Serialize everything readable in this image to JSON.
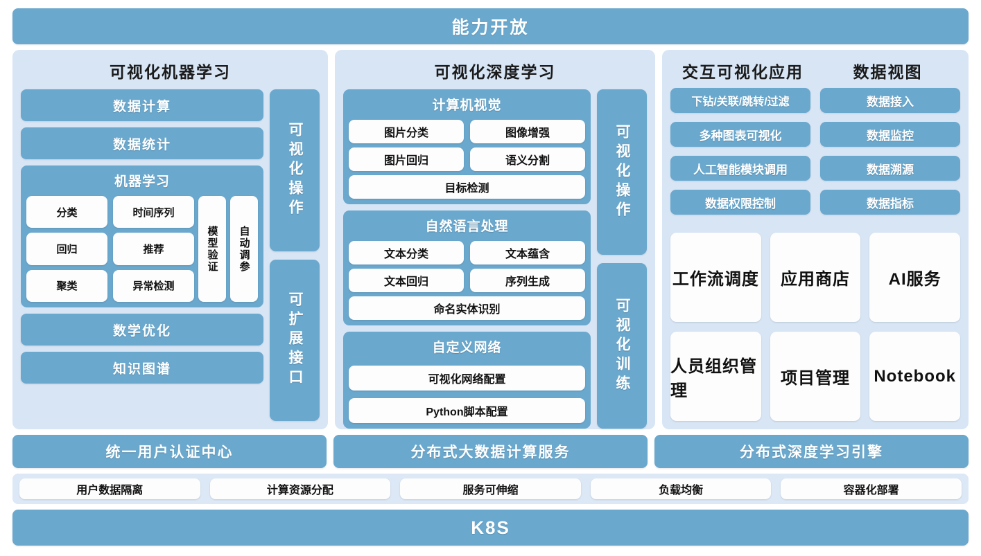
{
  "top_banner": "能力开放",
  "ml_panel": {
    "title": "可视化机器学习",
    "bars_top": [
      "数据计算",
      "数据统计"
    ],
    "core": {
      "title": "机器学习",
      "cells": [
        "分类",
        "时间序列",
        "回归",
        "推荐",
        "聚类",
        "异常检测"
      ],
      "vertical": [
        "模型验证",
        "自动调参"
      ]
    },
    "bars_bottom": [
      "数学优化",
      "知识图谱"
    ],
    "side": [
      "可视化操作",
      "可扩展接口"
    ]
  },
  "dl_panel": {
    "title": "可视化深度学习",
    "groups": [
      {
        "title": "计算机视觉",
        "pairs": [
          [
            "图片分类",
            "图像增强"
          ],
          [
            "图片回归",
            "语义分割"
          ]
        ],
        "full": [
          "目标检测"
        ]
      },
      {
        "title": "自然语言处理",
        "pairs": [
          [
            "文本分类",
            "文本蕴含"
          ],
          [
            "文本回归",
            "序列生成"
          ]
        ],
        "full": [
          "命名实体识别"
        ]
      },
      {
        "title": "自定义网络",
        "pairs": [],
        "full": [
          "可视化网络配置",
          "Python脚本配置"
        ]
      }
    ],
    "side": [
      "可视化操作",
      "可视化训练"
    ]
  },
  "app_panel": {
    "headers": [
      "交互可视化应用",
      "数据视图"
    ],
    "col_left": [
      "下钻/关联/跳转/过滤",
      "多种图表可视化",
      "人工智能模块调用",
      "数据权限控制"
    ],
    "col_right": [
      "数据接入",
      "数据监控",
      "数据溯源",
      "数据指标"
    ],
    "tiles": [
      [
        "工作流调度",
        "应用商店",
        "AI服务"
      ],
      [
        "人员组织管理",
        "项目管理",
        "Notebook"
      ]
    ]
  },
  "infra": {
    "services": [
      "统一用户认证中心",
      "分布式大数据计算服务",
      "分布式深度学习引擎"
    ],
    "features": [
      "用户数据隔离",
      "计算资源分配",
      "服务可伸缩",
      "负载均衡",
      "容器化部署"
    ]
  },
  "bottom_banner": "K8S",
  "colors": {
    "accent_blue": "#6aa8ce",
    "panel_blue": "#d7e5f5",
    "band_blue": "#dce8f6",
    "white": "#fdfdfd"
  }
}
